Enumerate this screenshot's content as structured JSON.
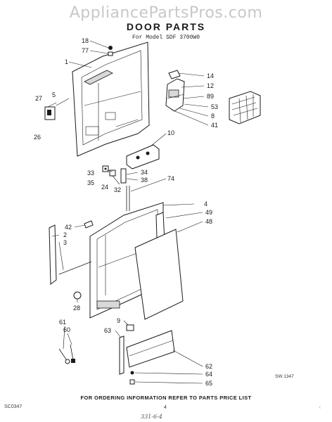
{
  "header": {
    "watermark": "AppliancePartsPros.com",
    "title": "DOOR PARTS",
    "model_line": "For Model SDF 3700W0"
  },
  "callouts": [
    {
      "id": "18",
      "label": "18"
    },
    {
      "id": "77",
      "label": "77"
    },
    {
      "id": "1",
      "label": "1"
    },
    {
      "id": "14",
      "label": "14"
    },
    {
      "id": "12",
      "label": "12"
    },
    {
      "id": "89",
      "label": "89"
    },
    {
      "id": "53",
      "label": "53"
    },
    {
      "id": "8",
      "label": "8"
    },
    {
      "id": "41",
      "label": "41"
    },
    {
      "id": "27",
      "label": "27"
    },
    {
      "id": "5",
      "label": "5"
    },
    {
      "id": "26",
      "label": "26"
    },
    {
      "id": "10",
      "label": "10"
    },
    {
      "id": "33",
      "label": "33"
    },
    {
      "id": "35",
      "label": "35"
    },
    {
      "id": "24",
      "label": "24"
    },
    {
      "id": "32",
      "label": "32"
    },
    {
      "id": "34",
      "label": "34"
    },
    {
      "id": "38",
      "label": "38"
    },
    {
      "id": "74",
      "label": "74"
    },
    {
      "id": "4",
      "label": "4"
    },
    {
      "id": "49",
      "label": "49"
    },
    {
      "id": "48",
      "label": "48"
    },
    {
      "id": "42",
      "label": "42"
    },
    {
      "id": "2",
      "label": "2"
    },
    {
      "id": "3",
      "label": "3"
    },
    {
      "id": "28",
      "label": "28"
    },
    {
      "id": "61",
      "label": "61"
    },
    {
      "id": "60",
      "label": "60"
    },
    {
      "id": "9",
      "label": "9"
    },
    {
      "id": "63",
      "label": "63"
    },
    {
      "id": "62",
      "label": "62"
    },
    {
      "id": "64",
      "label": "64"
    },
    {
      "id": "65",
      "label": "65"
    }
  ],
  "footer": {
    "instruction": "FOR ORDERING INFORMATION REFER TO PARTS PRICE LIST",
    "code_left": "SC0347",
    "page_number": "4",
    "handwritten_note": "331-6-4",
    "drawing_code": "SW 1347",
    "corner_mark": "⁽"
  }
}
